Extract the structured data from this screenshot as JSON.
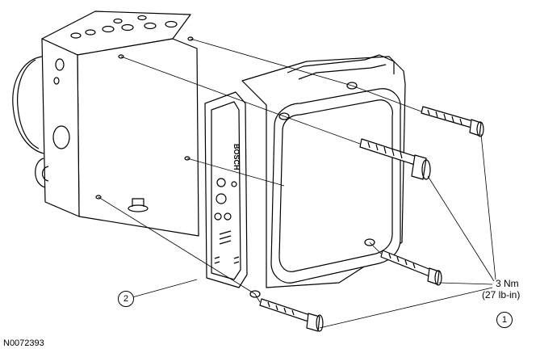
{
  "figure": {
    "id": "N0072393",
    "parts": {
      "module": "BOSCH"
    },
    "callouts": {
      "one": "1",
      "two": "2"
    },
    "torque": {
      "metric": "3 Nm",
      "imperial": "(27 lb-in)"
    },
    "colors": {
      "line": "#000000",
      "background": "#ffffff"
    }
  }
}
